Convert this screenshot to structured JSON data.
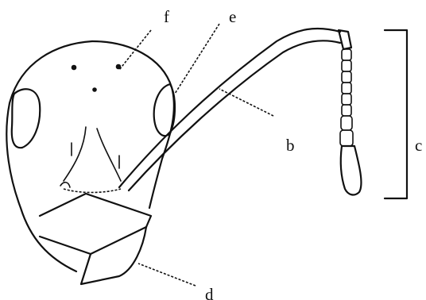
{
  "labels": {
    "f": "f",
    "e": "e",
    "b": "b",
    "c": "c",
    "d": "d"
  },
  "colors": {
    "ink": "#111111",
    "background": "#ffffff"
  }
}
